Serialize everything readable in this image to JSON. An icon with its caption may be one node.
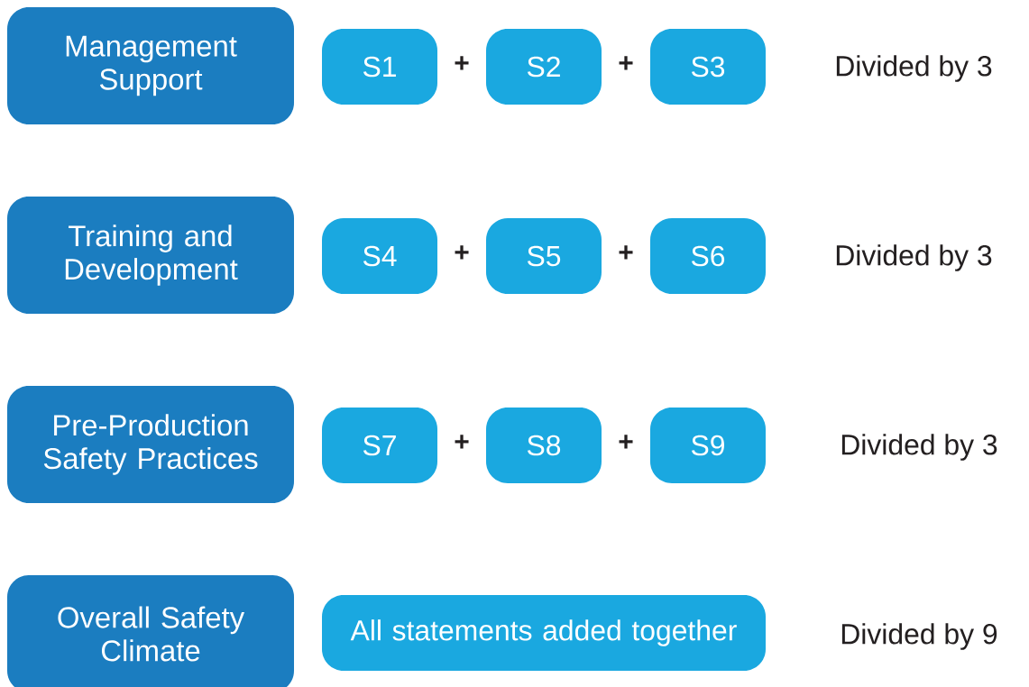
{
  "diagram": {
    "nodes": [
      {
        "text": [
          "Management Support"
        ]
      },
      {
        "text": [
          "S1"
        ]
      },
      {
        "text": [
          "S2"
        ]
      },
      {
        "text": [
          "S3"
        ]
      },
      {
        "text": [
          "Training and Development"
        ]
      },
      {
        "text": [
          "S4"
        ]
      },
      {
        "text": [
          "S5"
        ]
      },
      {
        "text": [
          "S6"
        ]
      },
      {
        "text": [
          "Pre-Production Safety Practices"
        ]
      },
      {
        "text": [
          "S7"
        ]
      },
      {
        "text": [
          "S8"
        ]
      },
      {
        "text": [
          "S9"
        ]
      },
      {
        "text": [
          "Overall Safety Climate"
        ]
      },
      {
        "text": [
          "All statements added together"
        ]
      }
    ],
    "labels": [
      "+",
      "+",
      "Divided by 3",
      "+",
      "+",
      "Divided by 3",
      "+",
      "+",
      "Divided by 3",
      "Divided by 9"
    ]
  }
}
